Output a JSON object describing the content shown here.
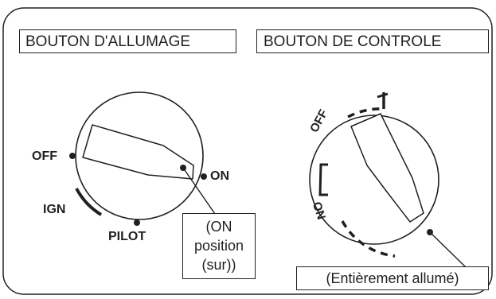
{
  "panel_left": {
    "title": "BOUTON D'ALLUMAGE",
    "positions": {
      "off": "OFF",
      "ign": "IGN",
      "pilot": "PILOT",
      "on": "ON"
    },
    "callout_lines": [
      "(ON",
      "position",
      "(sur))"
    ]
  },
  "panel_right": {
    "title": "BOUTON DE CONTROLE",
    "positions": {
      "off": "OFF",
      "on": "ON"
    },
    "callout": "(Entièrement allumé)"
  },
  "colors": {
    "ink": "#231f20",
    "background": "#ffffff"
  }
}
